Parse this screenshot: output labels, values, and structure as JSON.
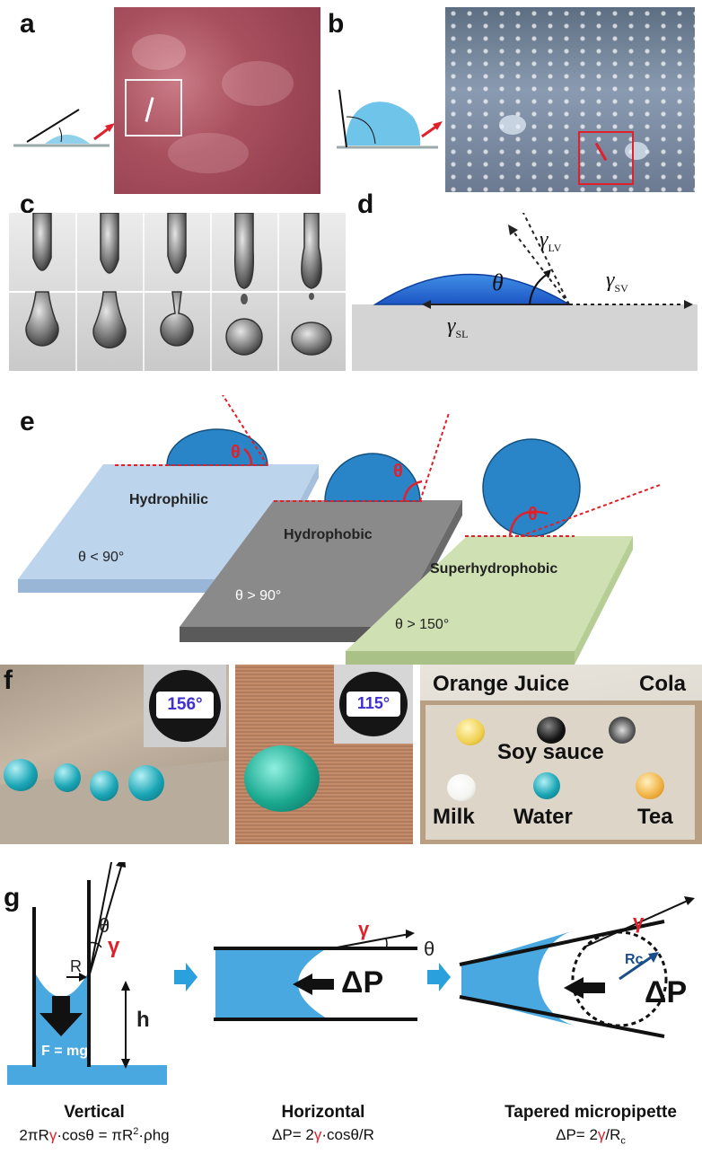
{
  "panels": {
    "a": "a",
    "b": "b",
    "c": "c",
    "d": "d",
    "e": "e",
    "f": "f",
    "g": "g"
  },
  "d": {
    "theta": "θ",
    "gamma_lv": "γ",
    "lv_sub": "LV",
    "gamma_sv": "γ",
    "sv_sub": "SV",
    "gamma_sl": "γ",
    "sl_sub": "SL"
  },
  "e": {
    "theta": "θ",
    "hydrophilic": "Hydrophilic",
    "hydrophilic_cond": "θ < 90°",
    "hydrophobic": "Hydrophobic",
    "hydrophobic_cond": "θ > 90°",
    "superhydrophobic": "Superhydrophobic",
    "superhydrophobic_cond": "θ > 150°"
  },
  "f": {
    "angle1": "156°",
    "angle2": "115°",
    "liquids": {
      "orange_juice": "Orange Juice",
      "cola": "Cola",
      "soy_sauce": "Soy sauce",
      "milk": "Milk",
      "water": "Water",
      "tea": "Tea"
    }
  },
  "g": {
    "gamma": "γ",
    "theta": "θ",
    "R": "R",
    "h": "h",
    "force": "F = mg",
    "dp": "ΔP",
    "rc": "Rc",
    "vertical": {
      "title": "Vertical",
      "f1": "2πR",
      "f2": "·cosθ = πR",
      "f3": "2",
      "f4": "·ρhg"
    },
    "horizontal": {
      "title": "Horizontal",
      "f1": "ΔP= 2",
      "f2": "·cosθ/R"
    },
    "tapered": {
      "title": "Tapered micropipette",
      "f1": "ΔP= 2",
      "f2": "/R",
      "f3": "c"
    }
  },
  "colors": {
    "accent_red": "#e0202a",
    "water_blue": "#4aa8e0",
    "arrow_blue": "#2aa0dc"
  }
}
